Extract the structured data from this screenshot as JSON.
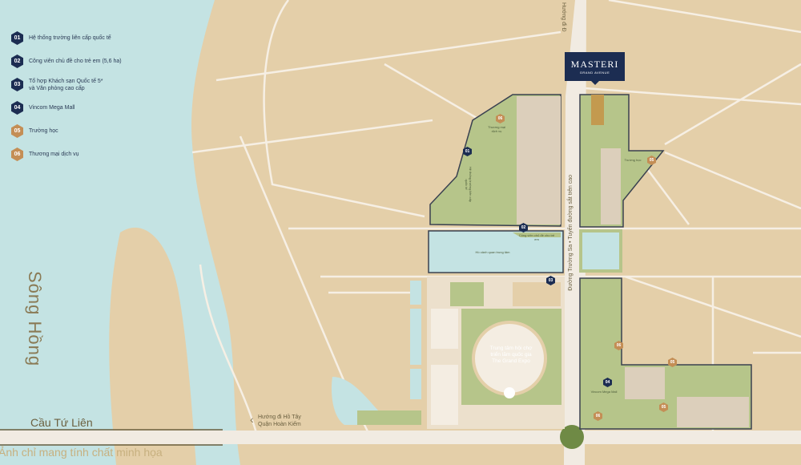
{
  "legend": [
    {
      "num": "01",
      "text": "Hệ thống trường liên cấp quốc tế",
      "color": "#1c2d52"
    },
    {
      "num": "02",
      "text": "Công viên chủ đề cho trẻ em (5,6 ha)",
      "color": "#1c2d52"
    },
    {
      "num": "03",
      "text": "Tổ hợp Khách sạn Quốc tế 5* và Văn phòng cao cấp",
      "color": "#1c2d52"
    },
    {
      "num": "04",
      "text": "Vincom Mega Mall",
      "color": "#1c2d52"
    },
    {
      "num": "05",
      "text": "Trường học",
      "color": "#c48e55"
    },
    {
      "num": "06",
      "text": "Thương mại dịch vụ",
      "color": "#c48e55"
    }
  ],
  "logo": {
    "brand": "MASTERI",
    "sub": "GRAND AVENUE"
  },
  "labels": {
    "river": "Sông Hồng",
    "bridge": "Cầu Tứ Liên",
    "disclaimer": "Ảnh chỉ mang tính chất minh họa",
    "direction_line1": "Hướng đi Hồ Tây",
    "direction_line2": "Quận Hoàn Kiếm",
    "road_main": "Đường Trường Sa • Tuyến đường sắt trên cao",
    "road_top": "Hướng đi Đ",
    "expo_line1": "Trung tâm hội chợ",
    "expo_line2": "triển lãm quốc gia",
    "expo_line3": "The Grand Expo",
    "central_lake": "Hồ cảnh quan trung tâm",
    "park": "Công viên chủ đề cho trẻ em",
    "school_intl": "Hệ thống trường liên cấp quốc tế",
    "commerce": "Thương mại dịch vụ",
    "school": "Trường học",
    "mall": "Vincom Mega Mall"
  },
  "colors": {
    "land": "#e4cfa9",
    "water": "#c4e3e3",
    "green": "#b6c58a",
    "road": "#f1ebe2",
    "navy": "#1c2d52",
    "gold": "#c48e55"
  }
}
